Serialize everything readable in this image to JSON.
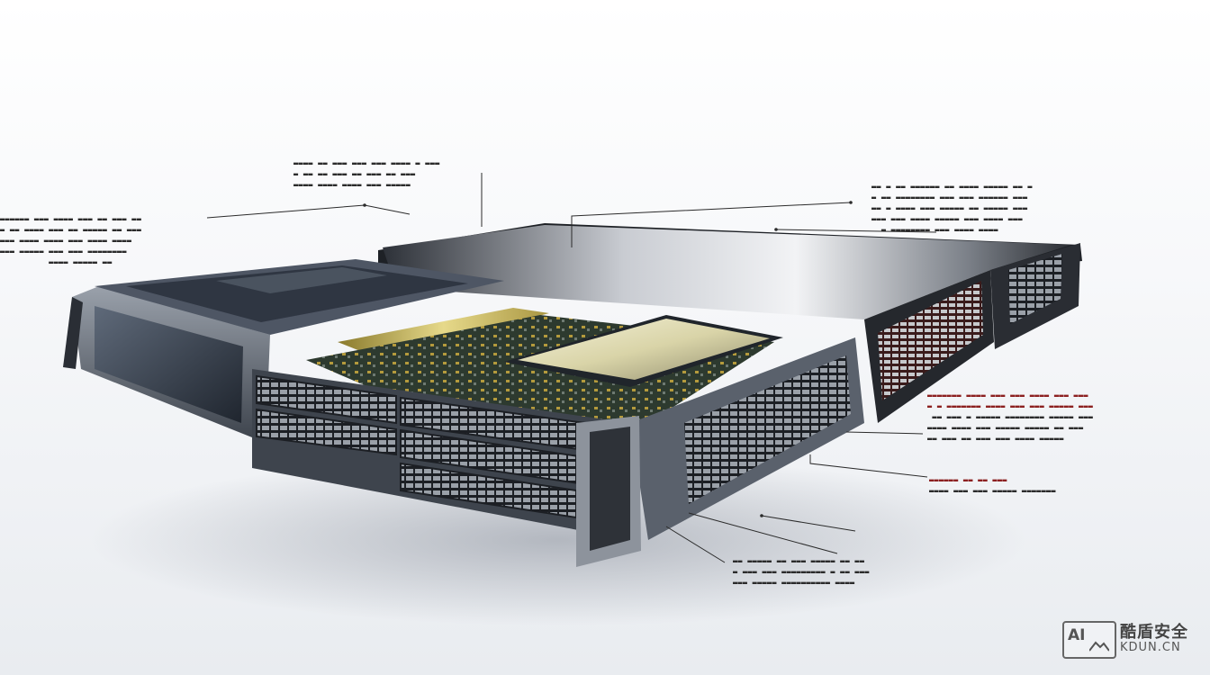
{
  "image": {
    "subject": "server-rack-unit-illustration",
    "background_color": "#f3f4f6",
    "chassis_color": "#3a3f47",
    "accent_gold": "#d9c56a",
    "accent_red": "#9a2b2b"
  },
  "watermark": {
    "badge": "AI",
    "title": "酷盾安全",
    "url": "KDUN.CN"
  }
}
